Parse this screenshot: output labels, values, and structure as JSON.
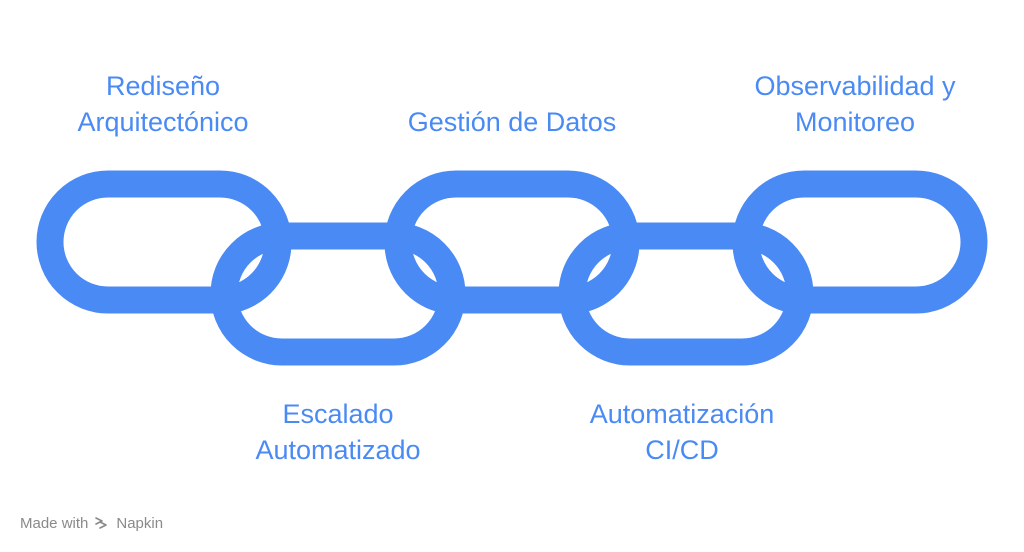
{
  "diagram": {
    "accent_color": "#4a8af4",
    "links": [
      {
        "lines": [
          "Rediseño",
          "Arquitectónico"
        ]
      },
      {
        "lines": [
          "Gestión de Datos"
        ]
      },
      {
        "lines": [
          "Observabilidad y",
          "Monitoreo"
        ]
      },
      {
        "lines": [
          "Escalado",
          "Automatizado"
        ]
      },
      {
        "lines": [
          "Automatización",
          "CI/CD"
        ]
      }
    ]
  },
  "footer": {
    "made_with": "Made with",
    "brand": "Napkin",
    "icon": "napkin-logo-icon"
  }
}
